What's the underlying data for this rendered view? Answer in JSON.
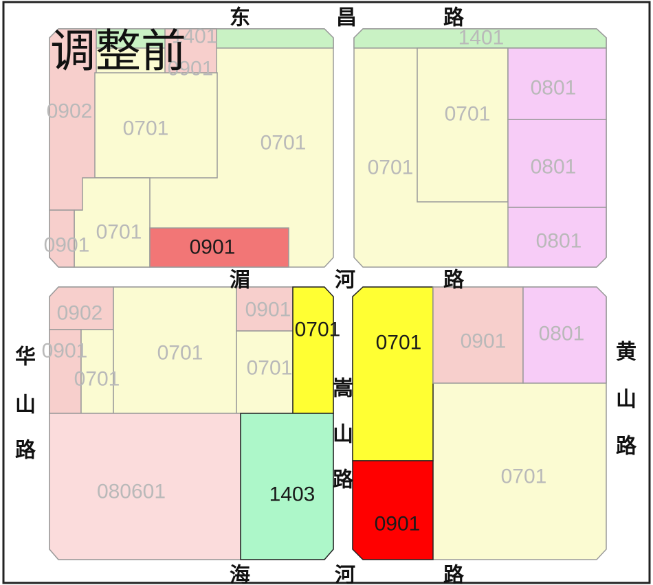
{
  "title": "调整前",
  "colors": {
    "0701": "#fbfbd2",
    "0701_adjusted": "#ffff33",
    "0801": "#f7ccf7",
    "0901": "#f7cfcc",
    "0901_adjusted": "#ff0000",
    "0901_highlight": "#f27676",
    "0902": "#f7cfcc",
    "080601": "#fbdcdc",
    "1401": "#c9f2c4",
    "1403": "#adf7c9",
    "road": "#ffffff",
    "outline": "#8f8f8f"
  },
  "roads": {
    "dongchang": [
      "东",
      "昌",
      "路"
    ],
    "meihe": [
      "湄",
      "河",
      "路"
    ],
    "haihe": [
      "海",
      "河",
      "路"
    ],
    "huashan": [
      "华",
      "山",
      "路"
    ],
    "songshan": [
      "嵩",
      "山",
      "路"
    ],
    "huangshan": [
      "黄",
      "山",
      "路"
    ]
  },
  "parcels": {
    "nw_1401": "1401",
    "nw_0901_top": "0901",
    "nw_0902": "0902",
    "nw_0701_a": "0701",
    "nw_0701_b": "0701",
    "nw_0701_c": "0701",
    "nw_0901_left": "0901",
    "nw_0901_red": "0901",
    "ne_1401": "1401",
    "ne_0701_a": "0701",
    "ne_0701_b": "0701",
    "ne_0801_a": "0801",
    "ne_0801_b": "0801",
    "ne_0801_c": "0801",
    "sw_0902": "0902",
    "sw_0901_left": "0901",
    "sw_0701_small": "0701",
    "sw_0701_big": "0701",
    "sw_0901_top": "0901",
    "sw_0701_mid": "0701",
    "sw_0701_yellow": "0701",
    "sw_080601": "080601",
    "sw_1403": "1403",
    "se_0701_yellow": "0701",
    "se_0901_red": "0901",
    "se_0901": "0901",
    "se_0801": "0801",
    "se_0701": "0701"
  }
}
